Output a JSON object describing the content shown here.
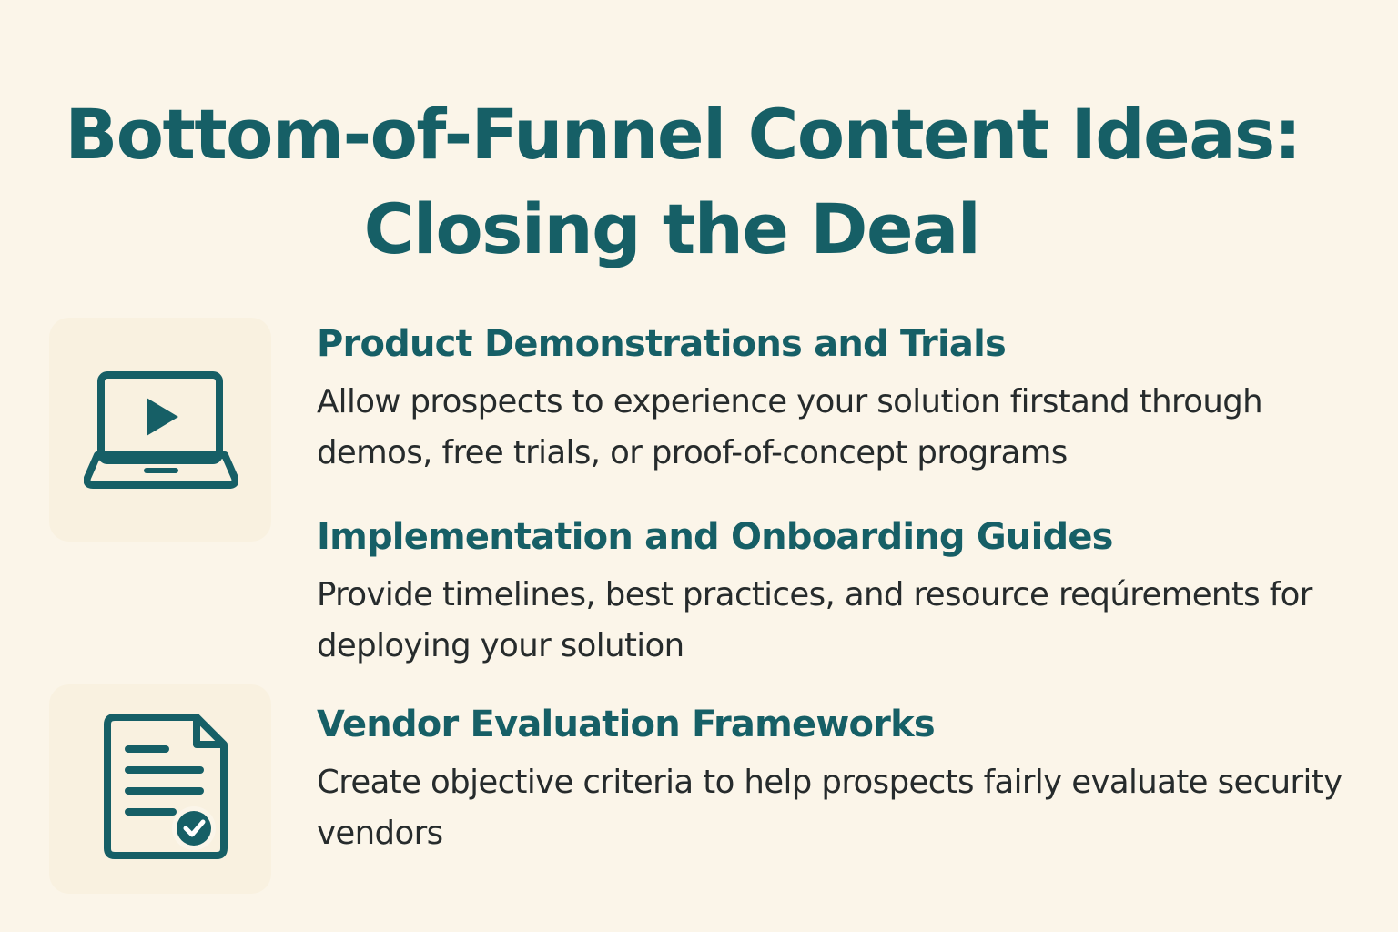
{
  "page": {
    "title_line1": "Bottom-of-Funnel Content Ideas:",
    "title_line2": "Closing the Deal"
  },
  "colors": {
    "background": "#fbf5e9",
    "tile": "#f9f1e0",
    "accent": "#165f66",
    "body_text": "#262b2c"
  },
  "items": [
    {
      "title": "Product Demonstrations and Trials",
      "description": "Allow prospects to experience your solution firstand through demos, free trials, or proof-of-concept programs",
      "icon": "laptop-play-icon"
    },
    {
      "title": "Implementation and Onboarding Guides",
      "description": "Provide timelines, best practices, and resource reqúrements for deploying your solution"
    },
    {
      "title": "Vendor Evaluation Frameworks",
      "description": "Create objective criteria to help prospects fairly evaluate security vendors",
      "icon": "document-check-icon"
    }
  ]
}
